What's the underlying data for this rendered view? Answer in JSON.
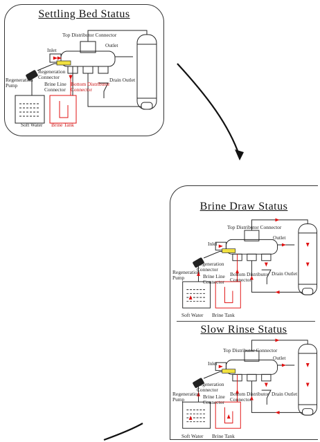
{
  "colors": {
    "stroke": "#222222",
    "flow": "#e01010",
    "text": "#222222"
  },
  "panels": [
    {
      "id": "settling",
      "title": "Settling Bed Status",
      "labels": {
        "top_distributor": "Top Distributor Connector",
        "outlet": "Outlet",
        "inlet": "Inlet",
        "regen_connector": "Regeneration Connector",
        "regen_pump": "Regeneration Pump",
        "brine_line": "Brine Line Connector",
        "bottom_distributor": "Bottom Distributor Connector",
        "drain_outlet": "Drain Outlet",
        "soft_water": "Soft Water",
        "brine_tank": "Brine Tank"
      }
    },
    {
      "id": "brine-draw",
      "title": "Brine Draw Status",
      "labels": {
        "top_distributor": "Top Distributor Connector",
        "outlet": "Outlet",
        "inlet": "Inlet",
        "regen_connector": "Regeneration Connector",
        "regen_pump": "Regeneration Pump",
        "brine_line": "Brine Line Connector",
        "bottom_distributor": "Bottom Distributor Connector",
        "drain_outlet": "Drain Outlet",
        "soft_water": "Soft Water",
        "brine_tank": "Brine Tank"
      }
    },
    {
      "id": "slow-rinse",
      "title": "Slow Rinse Status",
      "labels": {
        "top_distributor": "Top Distributor Connector",
        "outlet": "Outlet",
        "inlet": "Inlet",
        "regen_connector": "Regeneration Connector",
        "regen_pump": "Regeneration Pump",
        "brine_line": "Brine Line Connector",
        "bottom_distributor": "Bottom Distributor Connector",
        "drain_outlet": "Drain Outlet",
        "soft_water": "Soft Water",
        "brine_tank": "Brine Tank"
      }
    }
  ]
}
